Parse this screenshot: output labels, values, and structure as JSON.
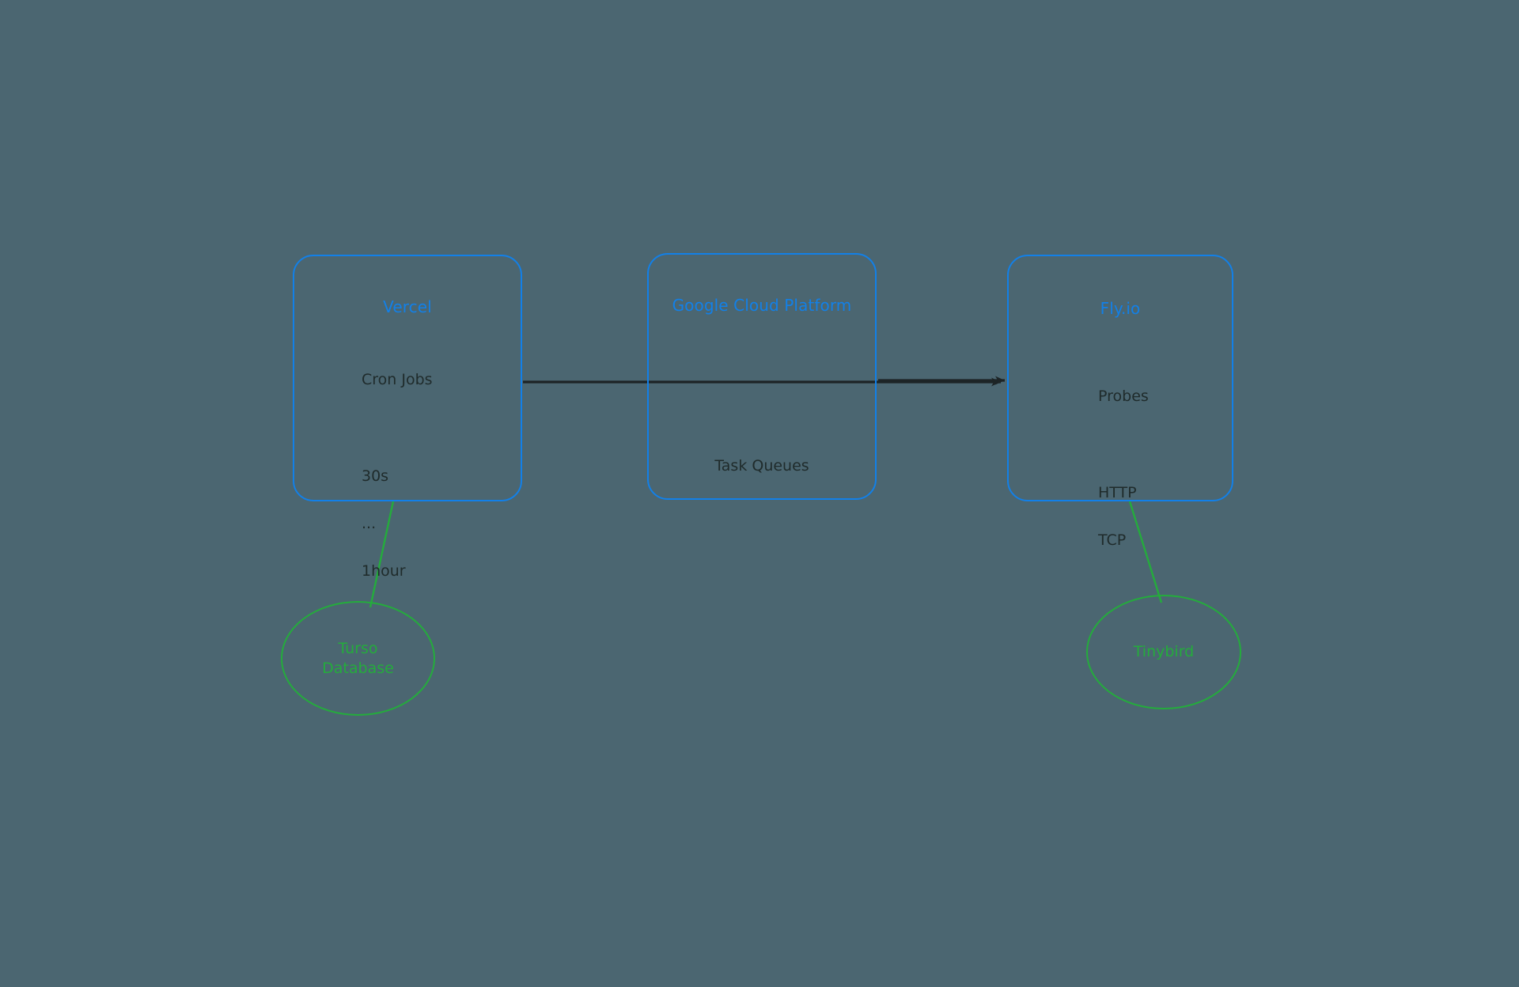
{
  "diagram": {
    "background_color": "#4b6671",
    "node_stroke_color": "#1280e8",
    "store_stroke_color": "#24ac3c",
    "body_text_color": "#1f2b2b",
    "edge_color": "#1d2426"
  },
  "nodes": {
    "vercel": {
      "title": "Vercel",
      "lead": "Cron Jobs",
      "lines": [
        "30s",
        "...",
        "1hour"
      ]
    },
    "gcp": {
      "title": "Google Cloud Platform",
      "lead": "Task Queues",
      "lines": []
    },
    "fly": {
      "title": "Fly.io",
      "lead": "Probes",
      "lines": [
        "HTTP",
        "TCP"
      ]
    }
  },
  "stores": {
    "turso": {
      "label": "Turso\nDatabase"
    },
    "tinybird": {
      "label": "Tinybird"
    }
  },
  "edges": [
    {
      "name": "vercel-to-gcp",
      "from": "vercel",
      "to": "gcp",
      "style": "arrow",
      "color": "#1d2426"
    },
    {
      "name": "gcp-to-fly",
      "from": "gcp",
      "to": "fly",
      "style": "arrow",
      "color": "#1d2426"
    },
    {
      "name": "vercel-to-turso",
      "from": "vercel",
      "to": "turso",
      "style": "line",
      "color": "#24ac3c"
    },
    {
      "name": "fly-to-tinybird",
      "from": "fly",
      "to": "tinybird",
      "style": "line",
      "color": "#24ac3c"
    }
  ],
  "chart_data": {
    "type": "diagram",
    "title": "",
    "nodes": [
      {
        "id": "vercel",
        "label": "Vercel",
        "shape": "rounded-rect",
        "detail": [
          "Cron Jobs",
          "30s",
          "...",
          "1hour"
        ]
      },
      {
        "id": "gcp",
        "label": "Google Cloud Platform",
        "shape": "rounded-rect",
        "detail": [
          "Task Queues"
        ]
      },
      {
        "id": "fly",
        "label": "Fly.io",
        "shape": "rounded-rect",
        "detail": [
          "Probes",
          "HTTP",
          "TCP"
        ]
      },
      {
        "id": "turso",
        "label": "Turso Database",
        "shape": "ellipse",
        "detail": []
      },
      {
        "id": "tinybird",
        "label": "Tinybird",
        "shape": "ellipse",
        "detail": []
      }
    ],
    "links": [
      {
        "source": "vercel",
        "target": "gcp",
        "arrow": true
      },
      {
        "source": "gcp",
        "target": "fly",
        "arrow": true
      },
      {
        "source": "vercel",
        "target": "turso",
        "arrow": false
      },
      {
        "source": "fly",
        "target": "tinybird",
        "arrow": false
      }
    ]
  }
}
